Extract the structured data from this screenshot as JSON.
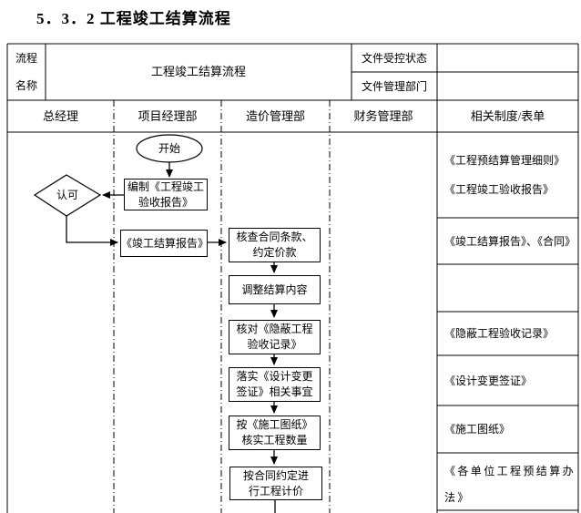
{
  "page_title": "5．3．2  工程竣工结算流程",
  "table_header": {
    "row_label": "流程\n名称",
    "process_name": "工程竣工结算流程",
    "doc_control_label": "文件受控状态",
    "doc_control_value": "",
    "doc_dept_label": "文件管理部门",
    "doc_dept_value": ""
  },
  "columns": {
    "gm": "总经理",
    "pm": "项目经理部",
    "cost": "造价管理部",
    "finance": "财务管理部",
    "related": "相关制度/表单"
  },
  "flow": {
    "start": "开始",
    "prepare_report": "编制《工程竣工\n验收报告》",
    "approve": "认可",
    "settlement_report": "《竣工结算报告》",
    "verify_contract": "核查合同条款、\n约定价款",
    "adjust_settlement": "调整结算内容",
    "check_hidden_works": "核对《隐蔽工程\n验收记录》",
    "implement_changes": "落实《设计变更\n签证》相关事宜",
    "verify_quantities": "按《施工图纸》\n核实工程数量",
    "contract_pricing": "按合同约定进\n行工程计价"
  },
  "related_docs": {
    "cell1": "《工程预结算管理细则》\n《工程竣工验收报告》",
    "cell2": "《竣工结算报告》、《合同》",
    "cell3": "",
    "cell4": "《隐蔽工程验收记录》",
    "cell5": "《设计变更签证》",
    "cell6": "《施工图纸》",
    "cell7": "《各单位工程预结算办\n法》"
  },
  "colors": {
    "line": "#000000",
    "background": "#ffffff"
  }
}
